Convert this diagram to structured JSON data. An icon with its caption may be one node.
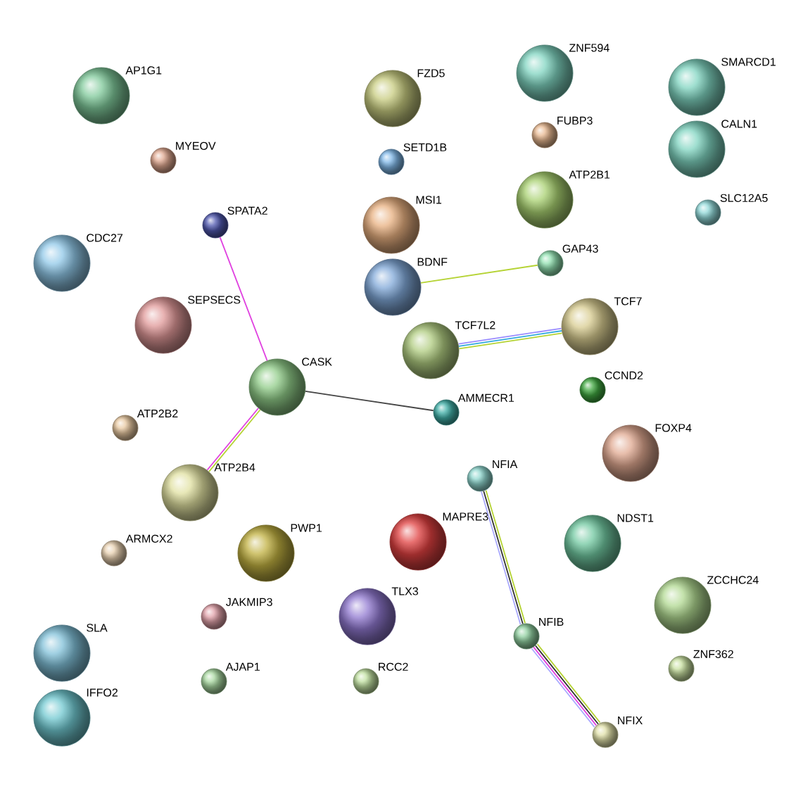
{
  "diagram": {
    "nodes": [
      {
        "text": [
          "AP1G1"
        ]
      },
      {
        "text": [
          "MYEOV"
        ]
      },
      {
        "text": [
          "ZNF594"
        ]
      },
      {
        "text": [
          "SMARCD1"
        ]
      },
      {
        "text": [
          "FZD5"
        ]
      },
      {
        "text": [
          "FUBP3"
        ]
      },
      {
        "text": [
          "SETD1B"
        ]
      },
      {
        "text": [
          "CALN1"
        ]
      },
      {
        "text": [
          "SPATA2"
        ]
      },
      {
        "text": [
          "MSI1"
        ]
      },
      {
        "text": [
          "ATP2B1"
        ]
      },
      {
        "text": [
          "SLC12A5"
        ]
      },
      {
        "text": [
          "CDC27"
        ]
      },
      {
        "text": [
          "GAP43"
        ]
      },
      {
        "text": [
          "BDNF"
        ]
      },
      {
        "text": [
          "SEPSECS"
        ]
      },
      {
        "text": [
          "TCF7L2"
        ]
      },
      {
        "text": [
          "TCF7"
        ]
      },
      {
        "text": [
          "CASK"
        ]
      },
      {
        "text": [
          "CCND2"
        ]
      },
      {
        "text": [
          "AMMECR1"
        ]
      },
      {
        "text": [
          "ATP2B2"
        ]
      },
      {
        "text": [
          "FOXP4"
        ]
      },
      {
        "text": [
          "NFIA"
        ]
      },
      {
        "text": [
          "ATP2B4"
        ]
      },
      {
        "text": [
          "MAPRE3"
        ]
      },
      {
        "text": [
          "NDST1"
        ]
      },
      {
        "text": [
          "ARMCX2"
        ]
      },
      {
        "text": [
          "PWP1"
        ]
      },
      {
        "text": [
          "ZCCHC24"
        ]
      },
      {
        "text": [
          "TLX3"
        ]
      },
      {
        "text": [
          "JAKMIP3"
        ]
      },
      {
        "text": [
          "NFIB"
        ]
      },
      {
        "text": [
          "SLA"
        ]
      },
      {
        "text": [
          "ZNF362"
        ]
      },
      {
        "text": [
          "AJAP1"
        ]
      },
      {
        "text": [
          "RCC2"
        ]
      },
      {
        "text": [
          "IFFO2"
        ]
      },
      {
        "text": [
          "NFIX"
        ]
      }
    ],
    "edges": [
      {
        "from": 8,
        "to": 18,
        "arrow": "none",
        "color": "#e040e0"
      },
      {
        "from": 14,
        "to": 13,
        "arrow": "none",
        "color": "#b5d334"
      },
      {
        "from": 16,
        "to": 17,
        "arrow": "none"
      },
      {
        "from": 18,
        "to": 20,
        "arrow": "none",
        "color": "#444444"
      },
      {
        "from": 18,
        "to": 24,
        "arrow": "none"
      },
      {
        "from": 23,
        "to": 32,
        "arrow": "none"
      },
      {
        "from": 32,
        "to": 38,
        "arrow": "none"
      }
    ]
  }
}
